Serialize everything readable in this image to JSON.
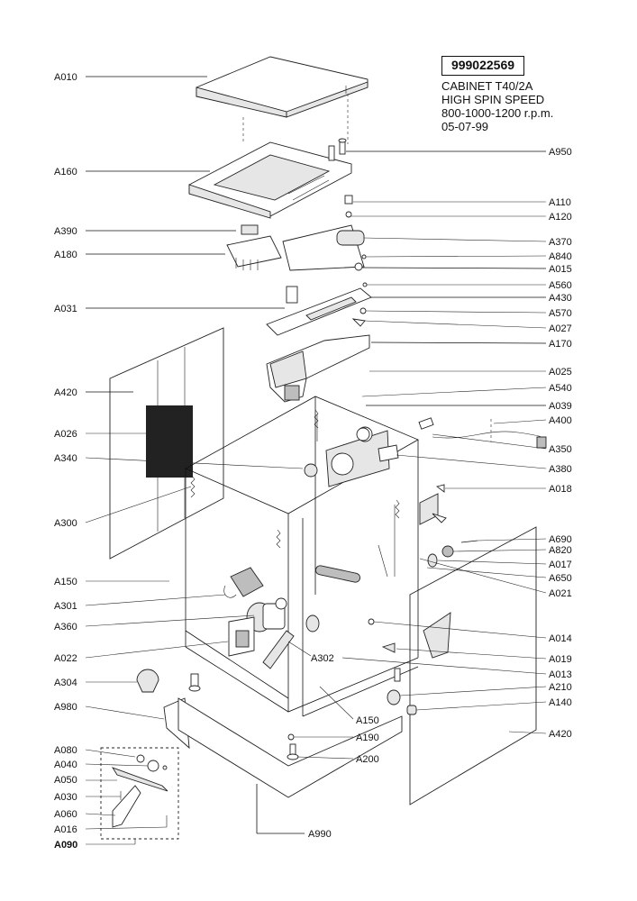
{
  "header": {
    "part_number": "999022569",
    "lines": [
      "CABINET T40/2A",
      "HIGH SPIN SPEED",
      "800-1000-1200 r.p.m.",
      "05-07-99"
    ]
  },
  "labels_left": {
    "A010": "A010",
    "A160": "A160",
    "A390": "A390",
    "A180": "A180",
    "A031": "A031",
    "A420": "A420",
    "A026": "A026",
    "A340": "A340",
    "A300": "A300",
    "A150": "A150",
    "A301": "A301",
    "A360": "A360",
    "A022": "A022",
    "A304": "A304",
    "A980": "A980",
    "A080": "A080",
    "A040": "A040",
    "A050": "A050",
    "A030": "A030",
    "A060": "A060",
    "A016": "A016",
    "A090": "A090"
  },
  "labels_right": {
    "A950": "A950",
    "A110": "A110",
    "A120": "A120",
    "A370": "A370",
    "A840": "A840",
    "A015": "A015",
    "A560": "A560",
    "A430": "A430",
    "A570": "A570",
    "A027": "A027",
    "A170": "A170",
    "A025": "A025",
    "A540": "A540",
    "A039": "A039",
    "A400": "A400",
    "A350": "A350",
    "A380": "A380",
    "A018": "A018",
    "A690": "A690",
    "A820": "A820",
    "A017": "A017",
    "A650": "A650",
    "A021": "A021",
    "A014": "A014",
    "A019": "A019",
    "A013": "A013",
    "A210": "A210",
    "A140": "A140",
    "A420": "A420"
  },
  "labels_center": {
    "A302": "A302",
    "A150": "A150",
    "A190": "A190",
    "A200": "A200",
    "A990": "A990"
  }
}
